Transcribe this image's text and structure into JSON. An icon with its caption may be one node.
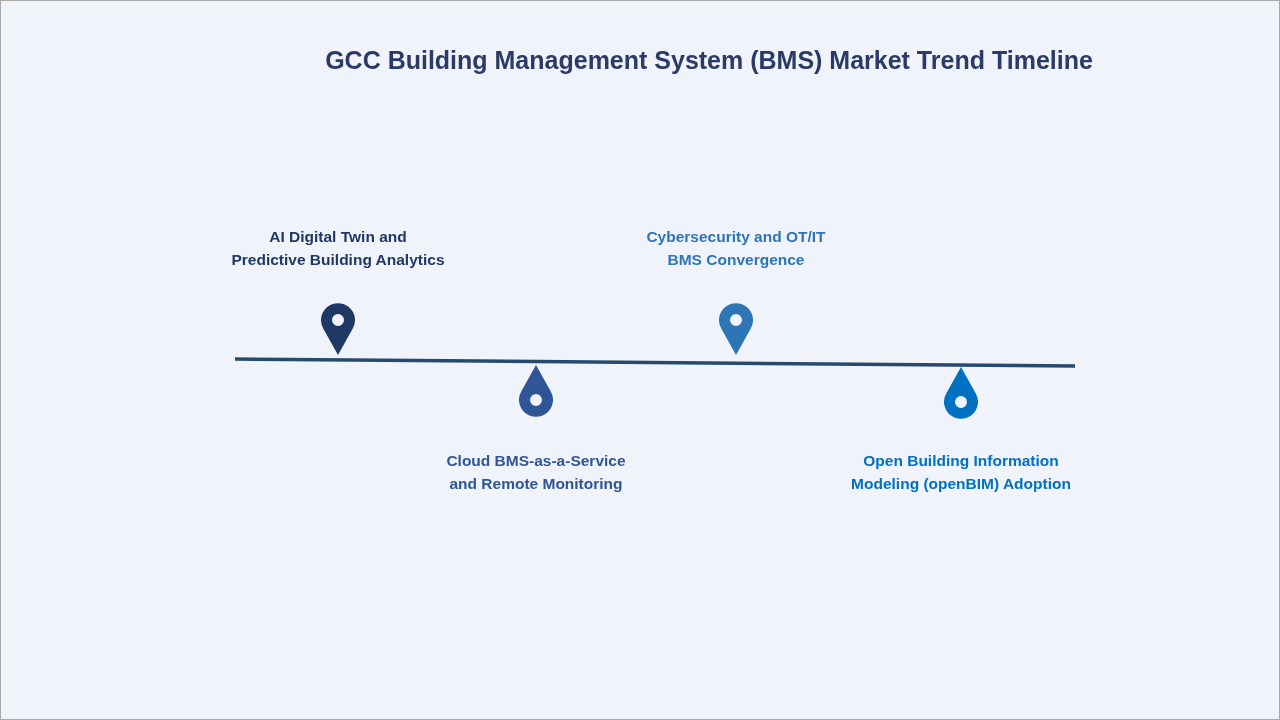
{
  "diagram": {
    "title": "GCC Building Management System (BMS) Market Trend Timeline",
    "labels": [
      "AI Digital Twin and Predictive Building Analytics",
      "Cloud BMS-as-a-Service and Remote Monitoring",
      "Cybersecurity and OT/IT BMS Convergence",
      "Open Building Information Modeling (openBIM) Adoption"
    ]
  }
}
